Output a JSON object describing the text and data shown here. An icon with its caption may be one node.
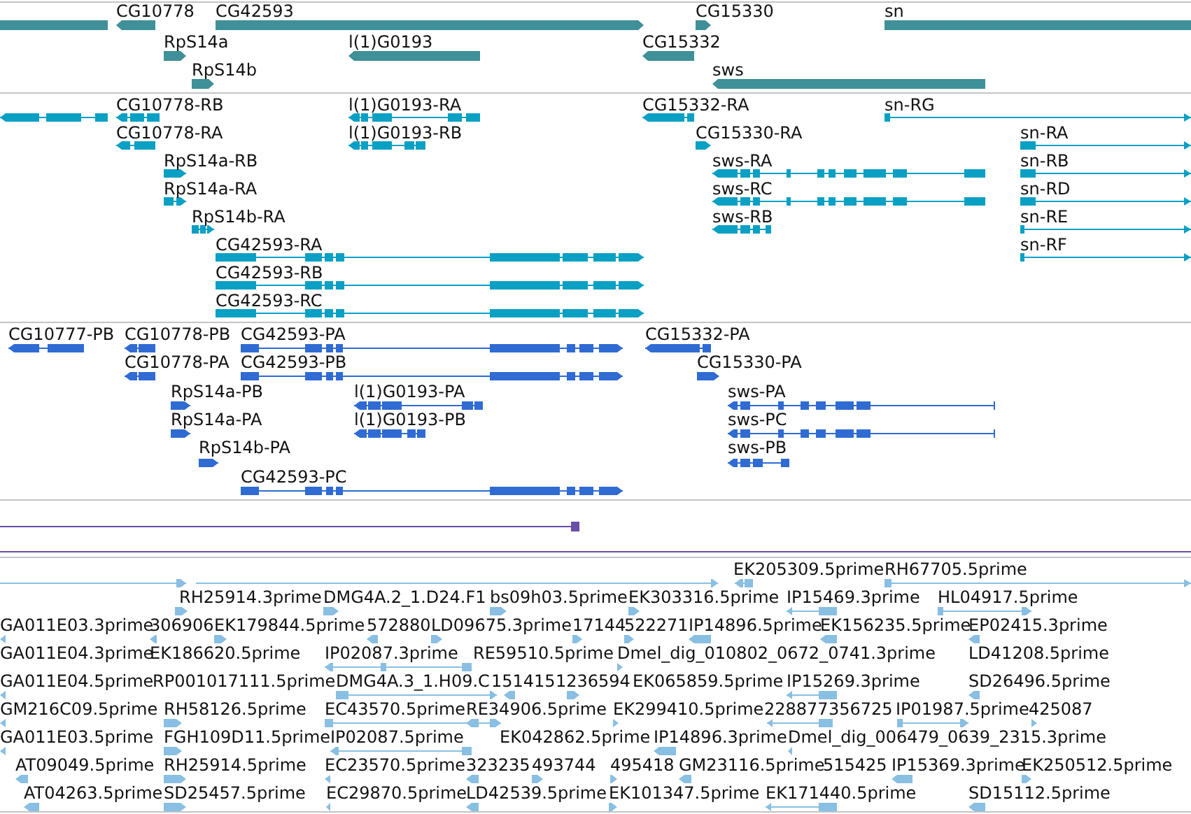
{
  "diagram": {
    "labels": [
      "CG10778",
      "CG42593",
      "CG15330",
      "sn",
      "RpS14a",
      "l(1)G0193",
      "CG15332",
      "RpS14b",
      "sws",
      "CG10778-RB",
      "l(1)G0193-RA",
      "CG15332-RA",
      "sn-RG",
      "CG10778-RA",
      "l(1)G0193-RB",
      "CG15330-RA",
      "sn-RA",
      "RpS14a-RB",
      "sws-RA",
      "sn-RB",
      "RpS14a-RA",
      "sws-RC",
      "sn-RD",
      "RpS14b-RA",
      "sws-RB",
      "sn-RE",
      "CG42593-RA",
      "sn-RF",
      "CG42593-RB",
      "CG42593-RC",
      "CG10777-PB",
      "CG10778-PB",
      "CG42593-PA",
      "CG15332-PA",
      "CG10778-PA",
      "CG42593-PB",
      "CG15330-PA",
      "RpS14a-PB",
      "l(1)G0193-PA",
      "sws-PA",
      "RpS14a-PA",
      "l(1)G0193-PB",
      "sws-PC",
      "RpS14b-PA",
      "sws-PB",
      "CG42593-PC",
      "EK205309.5prime",
      "RH67705.5prime",
      "RH25914.3prime",
      "DMG4A.2_1.D24.F1",
      "bs09h03.5prime",
      "EK303316.5prime",
      "IP15469.3prime",
      "HL04917.5prime",
      "GA011E03.3prime",
      "306906",
      "EK179844.5prime",
      "572880",
      "LD09675.3prime",
      "17144",
      "522271",
      "IP14896.5prime",
      "EK156235.5prime",
      "EP02415.3prime",
      "GA011E04.3prime",
      "EK186620.5prime",
      "IP02087.3prime",
      "RE59510.5prime",
      "Dmel_dig_010802_0672_0741.3prime",
      "LD41208.5prime",
      "GA011E04.5prime",
      "RP001017111.5prime",
      "DMG4A.3_1.H09.C",
      "151415",
      "1236594",
      "EK065859.5prime",
      "IP15269.3prime",
      "SD26496.5prime",
      "GM216C09.5prime",
      "RH58126.5prime",
      "EC43570.5prime",
      "RE34906.5prime",
      "EK299410.5prime",
      "228877",
      "356725",
      "IP01987.5prime",
      "425087",
      "GA011E03.5prime",
      "FGH109D11.5prime",
      "IP02087.5prime",
      "EK042862.5prime",
      "IP14896.3prime",
      "Dmel_dig_006479_0639_2315.3prime",
      "AT09049.5prime",
      "RH25914.5prime",
      "EC23570.5prime",
      "323235",
      "493744",
      "495418",
      "GM23116.5prime",
      "515425",
      "IP15369.3prime",
      "EK250512.5prime",
      "AT04263.5prime",
      "SD25457.5prime",
      "EC29870.5prime",
      "LD42539.5prime",
      "EK101347.5prime",
      "EK171440.5prime",
      "SD15112.5prime"
    ]
  }
}
